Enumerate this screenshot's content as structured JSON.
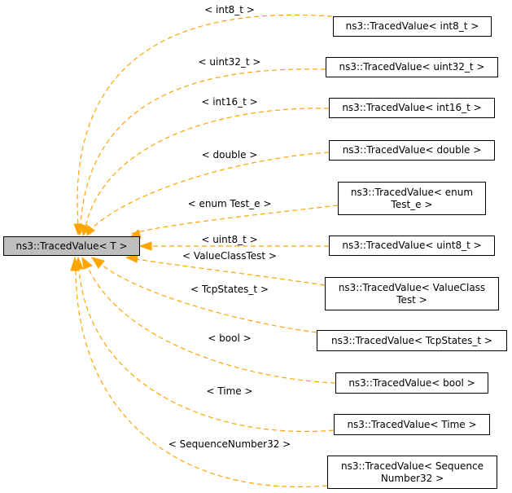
{
  "base": {
    "label": "ns3::TracedValue< T >"
  },
  "specializations": [
    {
      "label": "ns3::TracedValue< int8_t >",
      "param": "< int8_t >"
    },
    {
      "label": "ns3::TracedValue< uint32_t >",
      "param": "< uint32_t >"
    },
    {
      "label": "ns3::TracedValue< int16_t >",
      "param": "< int16_t >"
    },
    {
      "label": "ns3::TracedValue< double >",
      "param": "< double >"
    },
    {
      "label": "ns3::TracedValue< enum\nTest_e >",
      "param": "< enum Test_e >"
    },
    {
      "label": "ns3::TracedValue< uint8_t >",
      "param": "< uint8_t >"
    },
    {
      "label": "ns3::TracedValue< ValueClass\nTest >",
      "param": "< ValueClassTest >"
    },
    {
      "label": "ns3::TracedValue< TcpStates_t >",
      "param": "< TcpStates_t >"
    },
    {
      "label": "ns3::TracedValue< bool >",
      "param": "< bool >"
    },
    {
      "label": "ns3::TracedValue< Time >",
      "param": "< Time >"
    },
    {
      "label": "ns3::TracedValue< Sequence\nNumber32 >",
      "param": "< SequenceNumber32 >"
    }
  ],
  "colors": {
    "edge": "#ffa500",
    "base_fill": "#bfbfbf",
    "box_fill": "#ffffff"
  }
}
